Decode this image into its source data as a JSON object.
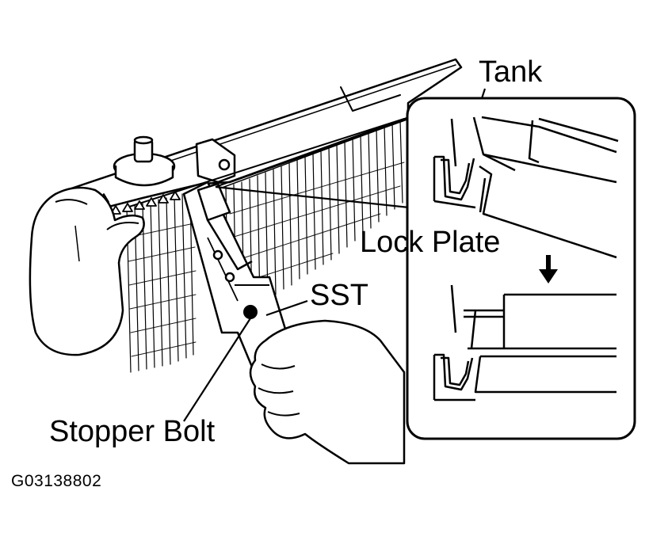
{
  "labels": {
    "tank": "Tank",
    "lock_plate": "Lock Plate",
    "sst": "SST",
    "stopper_bolt": "Stopper Bolt",
    "figure_code": "G03138802"
  },
  "colors": {
    "ink": "#000000",
    "paper": "#ffffff"
  },
  "icons": {
    "press_arrow": "down-arrow-icon"
  }
}
